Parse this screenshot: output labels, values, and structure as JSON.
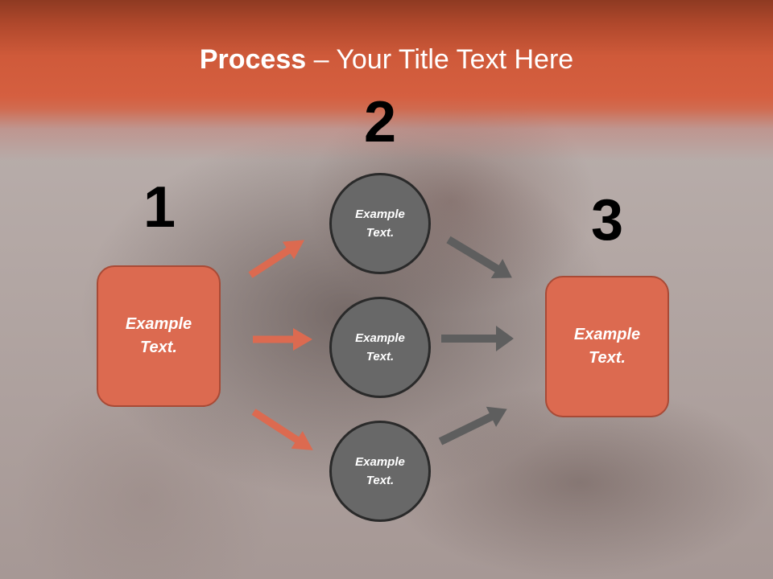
{
  "title": {
    "bold": "Process",
    "rest": " – Your Title Text Here"
  },
  "steps": [
    {
      "number": "1"
    },
    {
      "number": "2"
    },
    {
      "number": "3"
    }
  ],
  "source_box": {
    "label": "Example\nText."
  },
  "circles": [
    {
      "label": "Example\nText."
    },
    {
      "label": "Example\nText."
    },
    {
      "label": "Example\nText."
    }
  ],
  "target_box": {
    "label": "Example\nText."
  },
  "colors": {
    "accent": "#dc6a50",
    "header": "#d55f40",
    "circle": "#686868",
    "orange_arrow": "#dc6a50",
    "gray_arrow": "#5e5e5e"
  }
}
